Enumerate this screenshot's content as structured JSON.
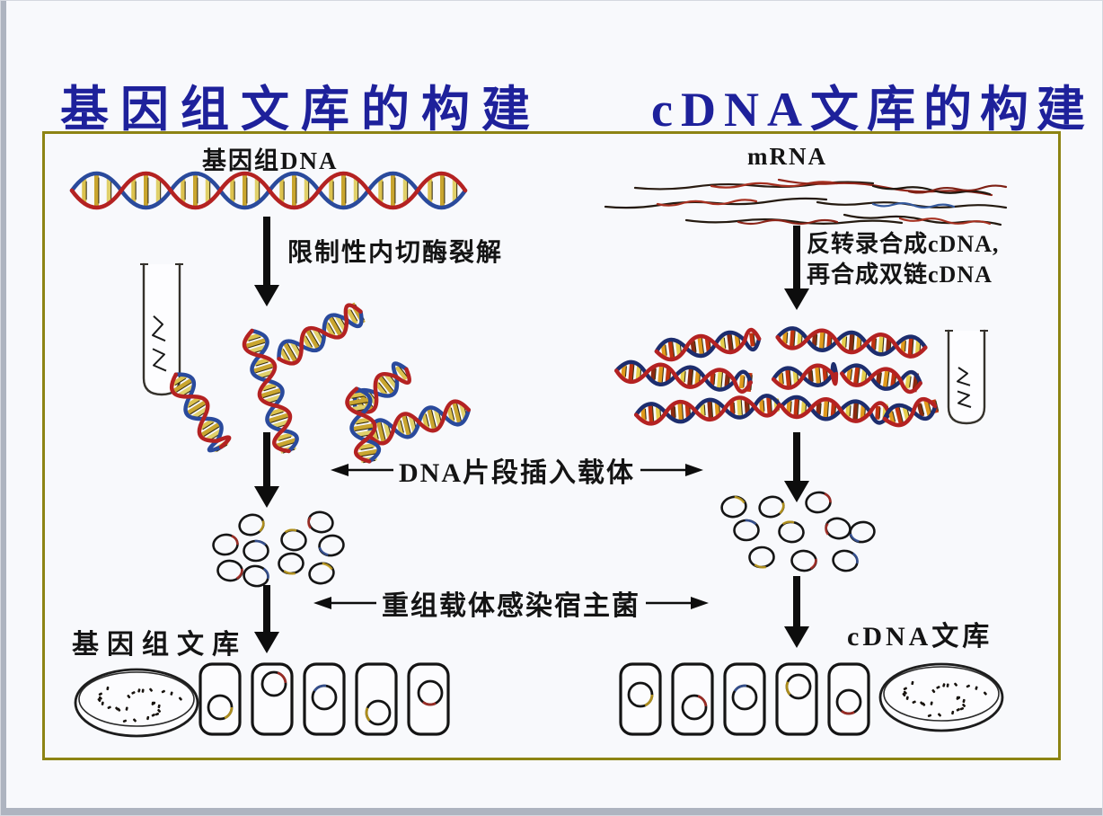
{
  "slide": {
    "title_left": "基因组文库的构建",
    "title_right": "cDNA文库的构建"
  },
  "genomic_flow": {
    "source_label": "基因组DNA",
    "step1_label": "限制性内切酶裂解",
    "library_label": "基因组文库"
  },
  "cdna_flow": {
    "source_label": "mRNA",
    "step1_line1": "反转录合成cDNA,",
    "step1_line2": "再合成双链cDNA",
    "library_label": "cDNA文库"
  },
  "shared_steps": {
    "insert_vector_label": "DNA片段插入载体",
    "infect_host_label": "重组载体感染宿主菌"
  },
  "icons": {
    "down_arrow": "↓",
    "left_arrow": "←",
    "right_arrow": "→"
  },
  "colors": {
    "title_blue": "#1e219b",
    "box_border": "#8d8413",
    "dna_red": "#b42222",
    "dna_blue": "#2a4a9c",
    "dna_yellow": "#dcc24e",
    "cdna_orange": "#e0991c",
    "text_black": "#141414",
    "slide_bg": "#f8f9fc",
    "edge_gray": "#aeb4c0"
  }
}
